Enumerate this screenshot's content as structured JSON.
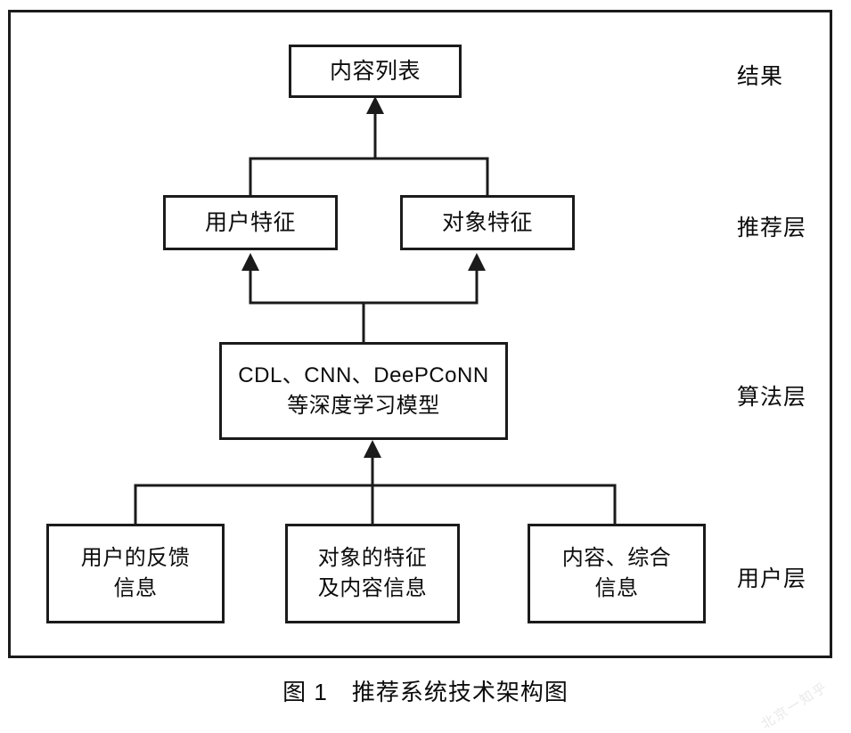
{
  "figure": {
    "caption": "图 1　推荐系统技术架构图",
    "watermark": "北京一知乎",
    "border_color": "#1b1b1b",
    "background": "#ffffff"
  },
  "nodes": {
    "result": {
      "label": "内容列表"
    },
    "user_feature": {
      "label": "用户特征"
    },
    "object_feature": {
      "label": "对象特征"
    },
    "algorithm": {
      "label": "CDL、CNN、DeePCoNN\n等深度学习模型"
    },
    "feedback": {
      "label": "用户的反馈\n信息"
    },
    "object_info": {
      "label": "对象的特征\n及内容信息"
    },
    "content_info": {
      "label": "内容、综合\n信息"
    }
  },
  "layer_labels": {
    "result": "结果",
    "recommendation": "推荐层",
    "algorithm": "算法层",
    "user": "用户层"
  }
}
